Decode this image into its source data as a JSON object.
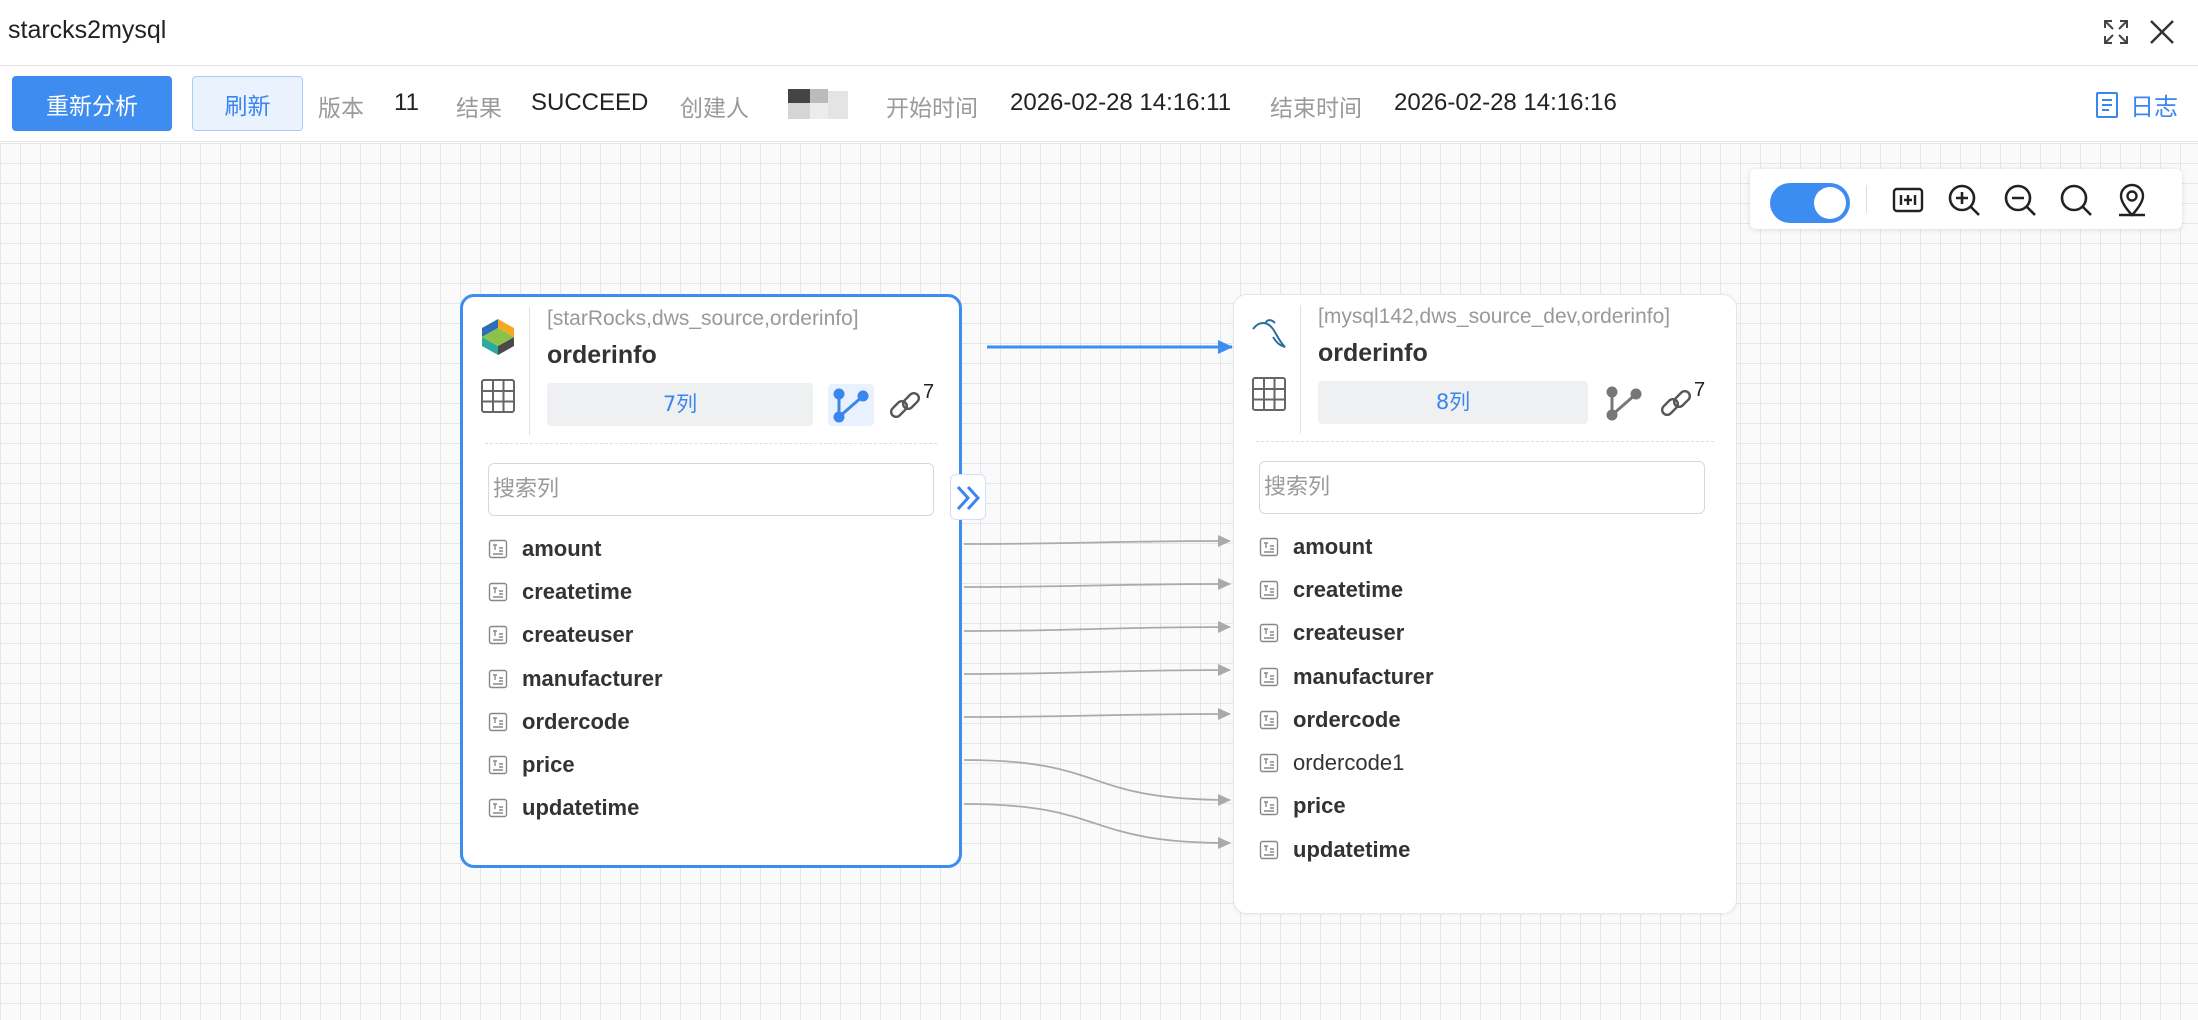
{
  "window": {
    "title": "starcks2mysql"
  },
  "toolbar": {
    "reanalyze_label": "重新分析",
    "refresh_label": "刷新",
    "version_label": "版本",
    "version_value": "11",
    "result_label": "结果",
    "result_value": "SUCCEED",
    "creator_label": "创建人",
    "start_label": "开始时间",
    "start_value": "2026-02-28 14:16:11",
    "end_label": "结束时间",
    "end_value": "2026-02-28 14:16:16",
    "log_label": "日志"
  },
  "canvas_tools": {
    "toggle_on": true,
    "icons": [
      "fit-view-icon",
      "zoom-in-icon",
      "zoom-out-icon",
      "search-icon",
      "locate-icon"
    ]
  },
  "source_table": {
    "path": "[starRocks,dws_source,orderinfo]",
    "name": "orderinfo",
    "columns_label": "7列",
    "link_count": "7",
    "search_placeholder": "搜索列",
    "columns": [
      {
        "name": "amount",
        "bold": true
      },
      {
        "name": "createtime",
        "bold": true
      },
      {
        "name": "createuser",
        "bold": true
      },
      {
        "name": "manufacturer",
        "bold": true
      },
      {
        "name": "ordercode",
        "bold": true
      },
      {
        "name": "price",
        "bold": true
      },
      {
        "name": "updatetime",
        "bold": true
      }
    ]
  },
  "target_table": {
    "path": "[mysql142,dws_source_dev,orderinfo]",
    "name": "orderinfo",
    "columns_label": "8列",
    "link_count": "7",
    "search_placeholder": "搜索列",
    "columns": [
      {
        "name": "amount",
        "bold": true
      },
      {
        "name": "createtime",
        "bold": true
      },
      {
        "name": "createuser",
        "bold": true
      },
      {
        "name": "manufacturer",
        "bold": true
      },
      {
        "name": "ordercode",
        "bold": true
      },
      {
        "name": "ordercode1",
        "bold": false
      },
      {
        "name": "price",
        "bold": true
      },
      {
        "name": "updatetime",
        "bold": true
      }
    ]
  },
  "colors": {
    "accent": "#3d8cf1",
    "edge_gray": "#aaaaaa",
    "grid": "#e6e6e6"
  }
}
